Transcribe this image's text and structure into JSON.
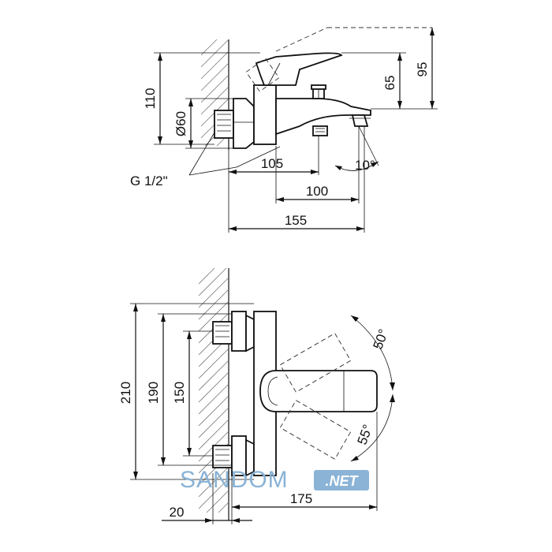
{
  "side_view": {
    "dim_height_total": "95",
    "dim_height_outlet": "65",
    "dim_height_body": "110",
    "dim_diameter": "Ø60",
    "dim_thread": "G 1/2\"",
    "dim_depth_spout": "105",
    "dim_depth_outlet": "100",
    "dim_depth_total": "155",
    "dim_angle": "10°"
  },
  "front_view": {
    "dim_height_total": "210",
    "dim_height_mid": "190",
    "dim_height_centers": "150",
    "dim_width": "175",
    "dim_offset": "20",
    "dim_angle_up": "50°",
    "dim_angle_down": "55°"
  },
  "watermark": {
    "brand": "SANDOM",
    "suffix": ".NET",
    "color": "#8ab3d6"
  }
}
